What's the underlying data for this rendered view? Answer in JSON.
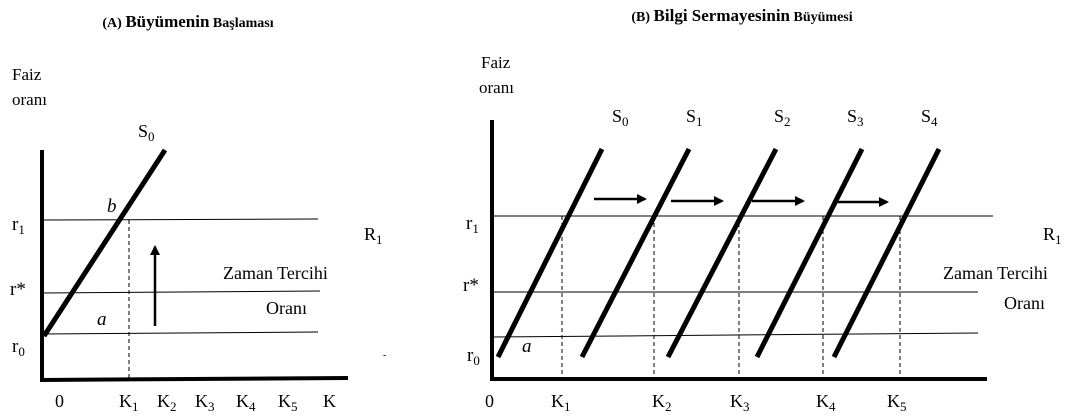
{
  "panel_a": {
    "title_prefix": "(A) ",
    "title_main": "Büyümenin",
    "title_suffix": " Başlaması",
    "y_label_line1": "Faiz",
    "y_label_line2": "oranı",
    "curve_label_base": "S",
    "curve_label_sub": "0",
    "y_ticks": {
      "r1_base": "r",
      "r1_sub": "1",
      "rstar": "r*",
      "r0_base": "r",
      "r0_sub": "0"
    },
    "x_ticks": [
      {
        "base": "0",
        "sub": ""
      },
      {
        "base": "K",
        "sub": "1"
      },
      {
        "base": "K",
        "sub": "2"
      },
      {
        "base": "K",
        "sub": "3"
      },
      {
        "base": "K",
        "sub": "4"
      },
      {
        "base": "K",
        "sub": "5"
      },
      {
        "base": "K",
        "sub": ""
      }
    ],
    "line_label_r1_base": "R",
    "line_label_r1_sub": "1",
    "time_pref_line1": "Zaman Tercihi",
    "time_pref_line2": "Oranı",
    "point_a": "a",
    "point_b": "b",
    "stray_mark": "-"
  },
  "panel_b": {
    "title_prefix": "(B) ",
    "title_main": "Bilgi Sermayesinin",
    "title_suffix": " Büyümesi",
    "y_label_line1": "Faiz",
    "y_label_line2": "oranı",
    "curve_labels": [
      {
        "base": "S",
        "sub": "0"
      },
      {
        "base": "S",
        "sub": "1"
      },
      {
        "base": "S",
        "sub": "2"
      },
      {
        "base": "S",
        "sub": "3"
      },
      {
        "base": "S",
        "sub": "4"
      }
    ],
    "y_ticks": {
      "r1_base": "r",
      "r1_sub": "1",
      "rstar": "r*",
      "r0_base": "r",
      "r0_sub": "0"
    },
    "x_ticks": [
      {
        "base": "0",
        "sub": ""
      },
      {
        "base": "K",
        "sub": "1"
      },
      {
        "base": "K",
        "sub": "2"
      },
      {
        "base": "K",
        "sub": "3"
      },
      {
        "base": "K",
        "sub": "4"
      },
      {
        "base": "K",
        "sub": "5"
      }
    ],
    "line_label_r1_base": "R",
    "line_label_r1_sub": "1",
    "time_pref_line1": "Zaman Tercihi",
    "time_pref_line2": "Oranı",
    "point_a": "a"
  }
}
